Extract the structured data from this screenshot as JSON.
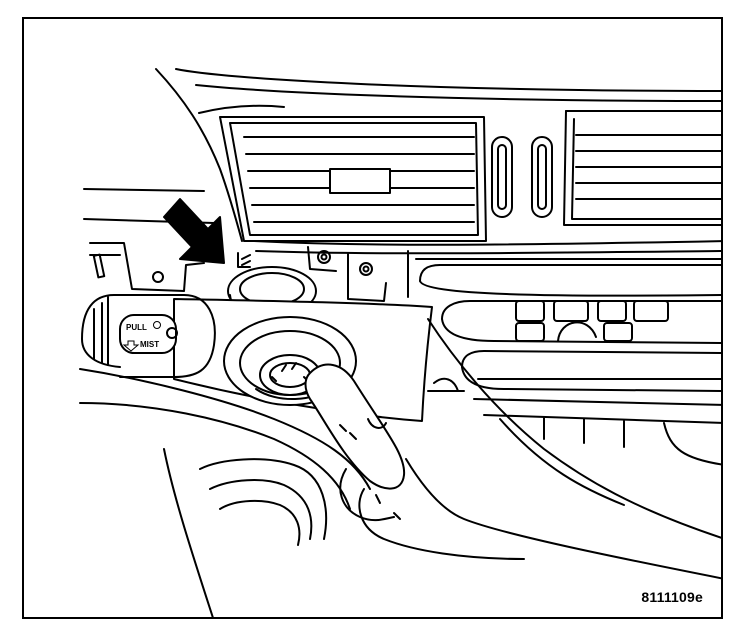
{
  "figure": {
    "id": "8111109e",
    "stalk_labels": {
      "full": "PULL",
      "mist": "MIST"
    },
    "colors": {
      "ink": "#000000",
      "paper": "#ffffff",
      "shade": "#dcdcdc"
    }
  }
}
